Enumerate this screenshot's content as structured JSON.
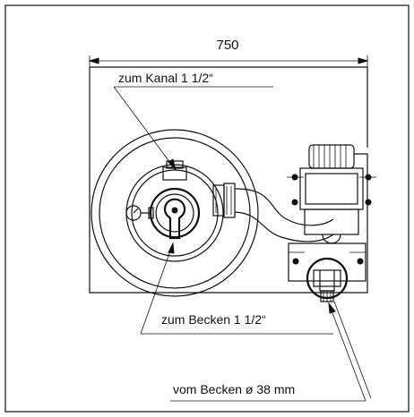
{
  "dimension": {
    "width_label": "750"
  },
  "labels": {
    "outlet_to_channel": "zum Kanal 1 1/2“",
    "return_to_pool": "zum Becken 1 1/2“",
    "suction_from_pool": "vom Becken ø 38 mm"
  },
  "colors": {
    "ink": "#111111",
    "background": "#ffffff"
  },
  "icons": {
    "pressure_gauge": "gauge-icon",
    "pump_motor": "motor-icon",
    "filter_tank": "filter-tank-icon",
    "valve": "valve-icon"
  }
}
